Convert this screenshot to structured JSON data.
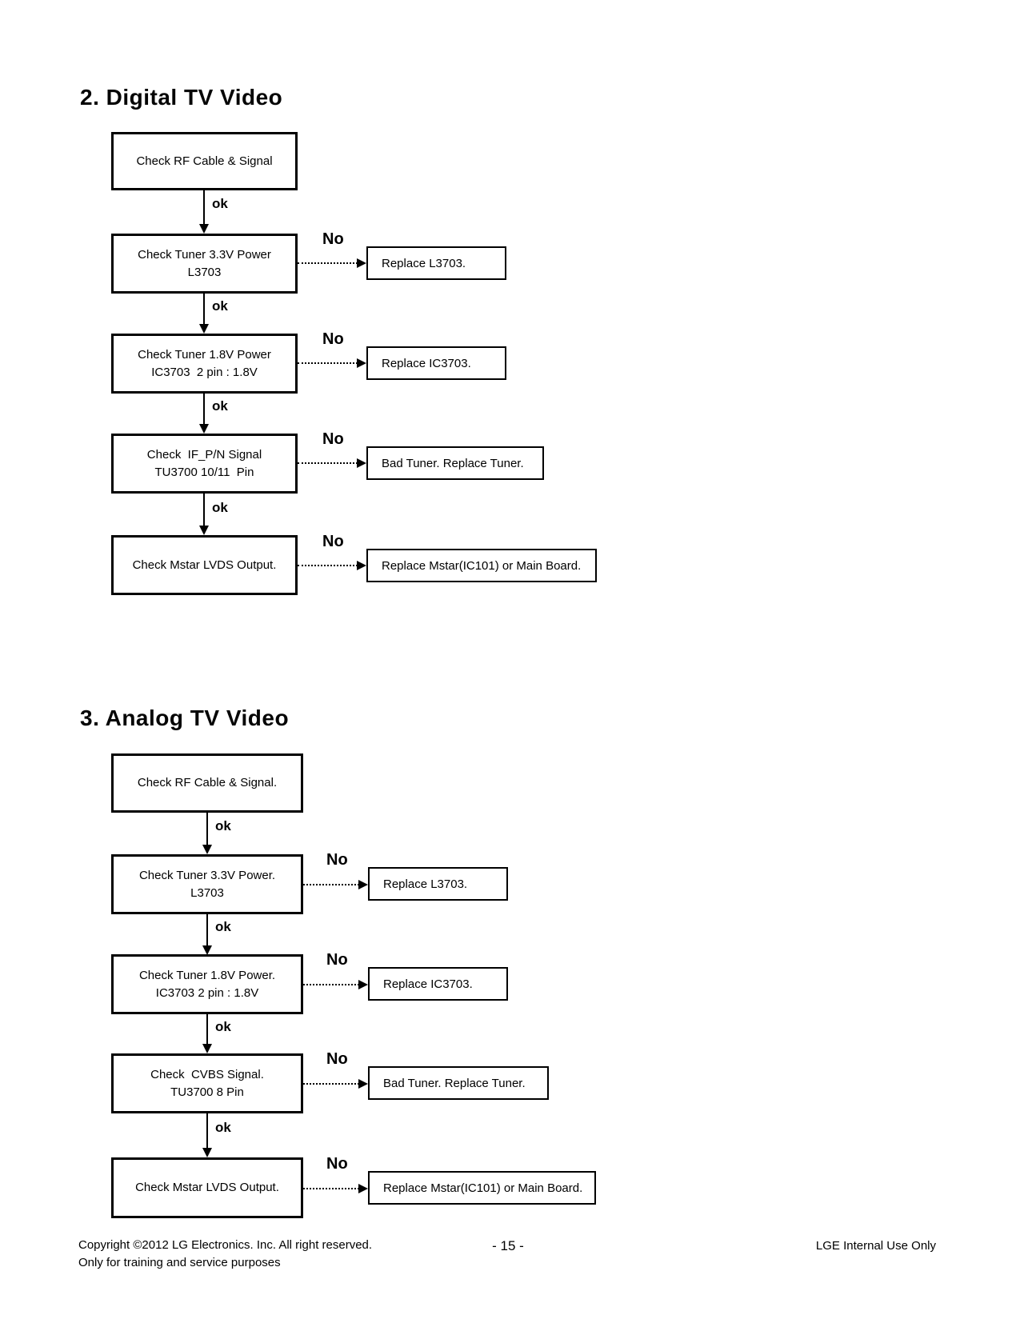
{
  "labels": {
    "ok": "ok",
    "no": "No"
  },
  "digital": {
    "title": "2. Digital TV Video",
    "steps": [
      {
        "lines": [
          "Check RF Cable & Signal"
        ]
      },
      {
        "lines": [
          "Check Tuner 3.3V Power",
          "L3703"
        ],
        "no_action": "Replace L3703."
      },
      {
        "lines": [
          "Check Tuner 1.8V Power",
          "IC3703  2 pin : 1.8V"
        ],
        "no_action": "Replace IC3703."
      },
      {
        "lines": [
          "Check  IF_P/N Signal",
          "TU3700 10/11  Pin"
        ],
        "no_action": "Bad Tuner. Replace Tuner."
      },
      {
        "lines": [
          "Check Mstar LVDS Output."
        ],
        "no_action": "Replace Mstar(IC101) or Main Board."
      }
    ]
  },
  "analog": {
    "title": "3. Analog TV Video",
    "steps": [
      {
        "lines": [
          "Check RF Cable & Signal."
        ]
      },
      {
        "lines": [
          "Check Tuner 3.3V Power.",
          "L3703"
        ],
        "no_action": "Replace L3703."
      },
      {
        "lines": [
          "Check Tuner 1.8V Power.",
          "IC3703 2 pin : 1.8V"
        ],
        "no_action": "Replace IC3703."
      },
      {
        "lines": [
          "Check  CVBS Signal.",
          "TU3700 8 Pin"
        ],
        "no_action": "Bad Tuner. Replace Tuner."
      },
      {
        "lines": [
          "Check Mstar LVDS Output."
        ],
        "no_action": "Replace Mstar(IC101) or Main Board."
      }
    ]
  },
  "footer": {
    "copyright_line1": "Copyright ©2012 LG Electronics. Inc. All right reserved.",
    "copyright_line2": "Only for training and service purposes",
    "page_number": "- 15 -",
    "internal_use": "LGE Internal Use Only"
  },
  "colors": {
    "ink": "#000000",
    "paper": "#ffffff"
  }
}
